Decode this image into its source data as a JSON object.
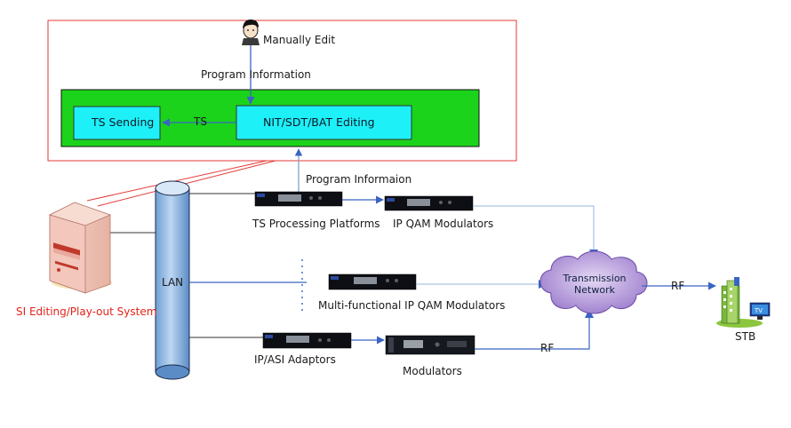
{
  "diagram": {
    "manual_edit": "Manually Edit",
    "program_information": "Program Information",
    "ts_sending": "TS Sending",
    "ts": "TS",
    "editing": "NIT/SDT/BAT Editing",
    "program_informaion": "Program Informaion",
    "ts_processing": "TS Processing Platforms",
    "ip_qam": "IP QAM Modulators",
    "lan": "LAN",
    "multi_ip_qam": "Multi-functional IP QAM Modulators",
    "ip_asi": "IP/ASI Adaptors",
    "modulators": "Modulators",
    "si_system": "SI Editing/Play-out System",
    "transmission_line1": "Transmission",
    "transmission_line2": "Network",
    "rf_top": "RF",
    "rf_bottom": "RF",
    "stb": "STB",
    "tv_badge": "TV"
  },
  "colors": {
    "green_panel": "#1bd31b",
    "cyan_box": "#1ef0f8",
    "red_border": "#e43a36",
    "arrow_blue": "#3a64c4",
    "lan_fill": "#9cc0e6",
    "cloud_fill": "#b89ad8"
  }
}
